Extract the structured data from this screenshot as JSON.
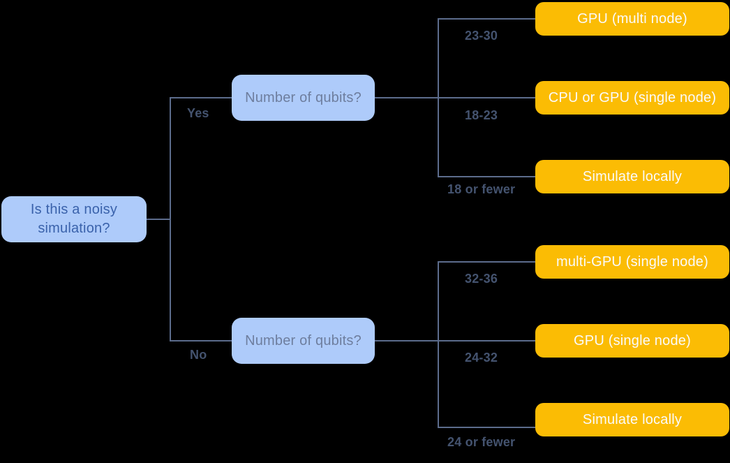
{
  "diagram": {
    "title_semantic": "Quantum simulation backend decision tree",
    "root": {
      "label": "Is this a noisy simulation?"
    },
    "branches": [
      {
        "answer": "Yes",
        "question": "Number of qubits?",
        "outcomes": [
          {
            "condition": "23-30",
            "result": "GPU (multi node)"
          },
          {
            "condition": "18-23",
            "result": "CPU or GPU (single node)"
          },
          {
            "condition": "18 or fewer",
            "result": "Simulate locally"
          }
        ]
      },
      {
        "answer": "No",
        "question": "Number of qubits?",
        "outcomes": [
          {
            "condition": "32-36",
            "result": "multi-GPU (single node)"
          },
          {
            "condition": "24-32",
            "result": "GPU (single node)"
          },
          {
            "condition": "24 or fewer",
            "result": "Simulate locally"
          }
        ]
      }
    ],
    "colors": {
      "background": "#000000",
      "question_node_fill": "#aecbfa",
      "root_text": "#3a62ab",
      "question_text": "#6e7e9e",
      "result_node_fill": "#fbbc04",
      "result_text": "#fafafa",
      "connector_line": "#5c6c8c",
      "edge_label_text": "#44536f"
    }
  }
}
